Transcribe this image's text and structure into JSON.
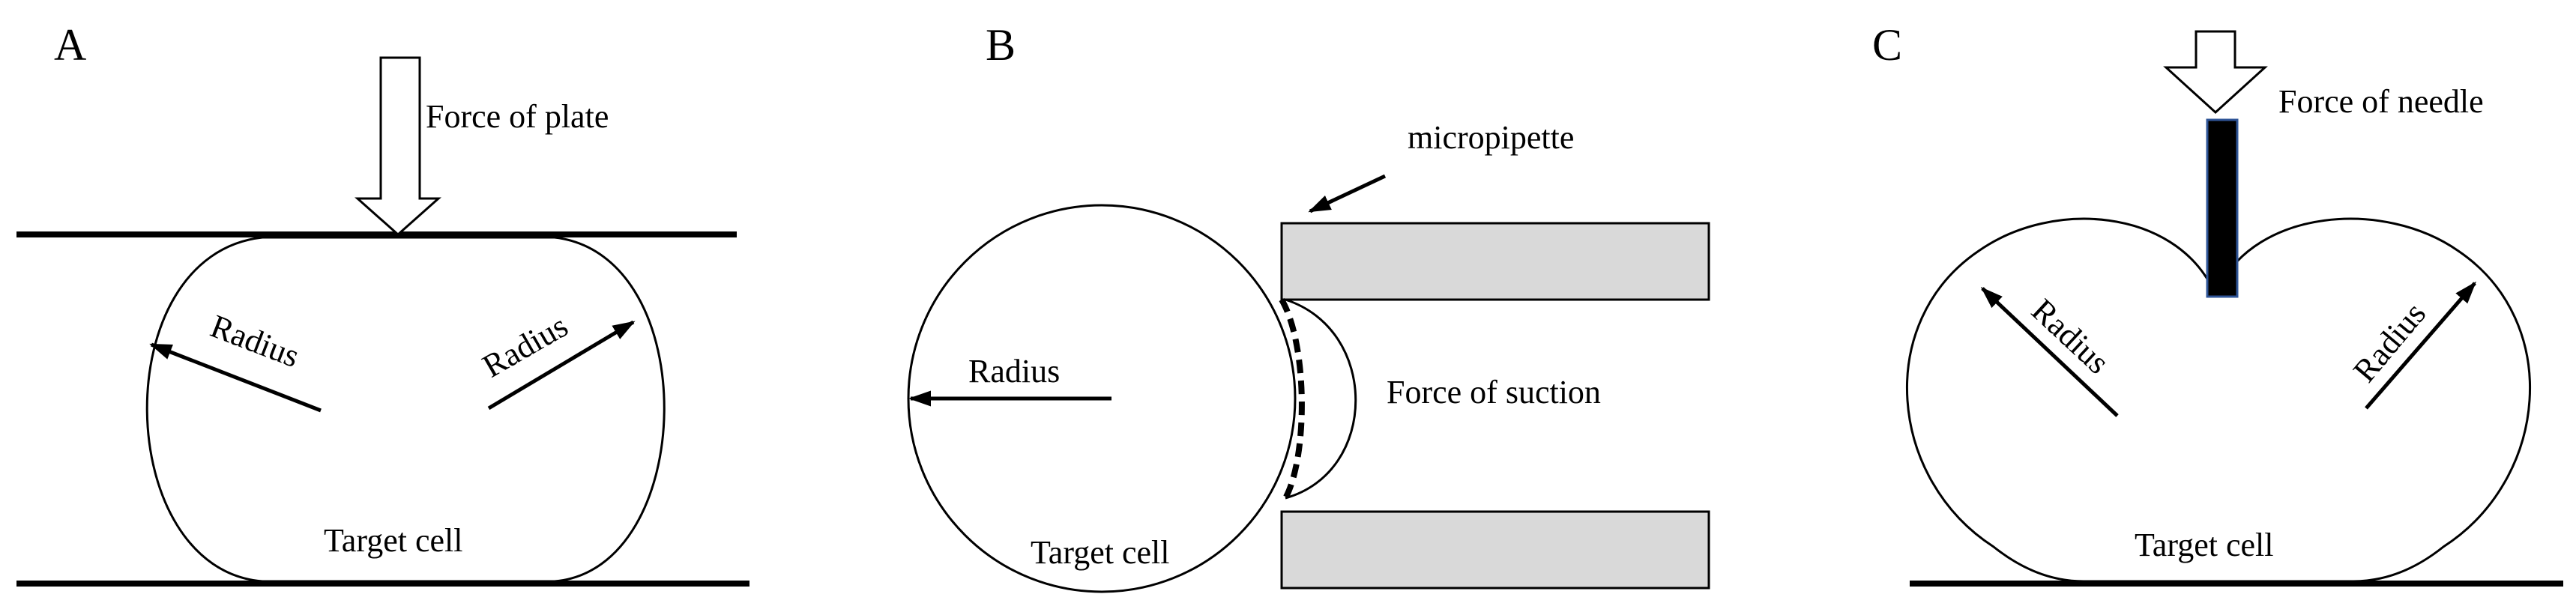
{
  "panels": [
    {
      "letter": "A",
      "force_label": "Force of plate",
      "radius_left": "Radius",
      "radius_right": "Radius",
      "cell_label": "Target cell"
    },
    {
      "letter": "B",
      "pipette_label": "micropipette",
      "radius_label": "Radius",
      "force_label": "Force of suction",
      "cell_label": "Target cell"
    },
    {
      "letter": "C",
      "force_label": "Force of needle",
      "radius_left": "Radius",
      "radius_right": "Radius",
      "cell_label": "Target cell"
    }
  ],
  "colors": {
    "line": "#000000",
    "pipette_fill": "#d9d9d9",
    "needle_fill": "#000000",
    "needle_edge": "#2f5597"
  }
}
